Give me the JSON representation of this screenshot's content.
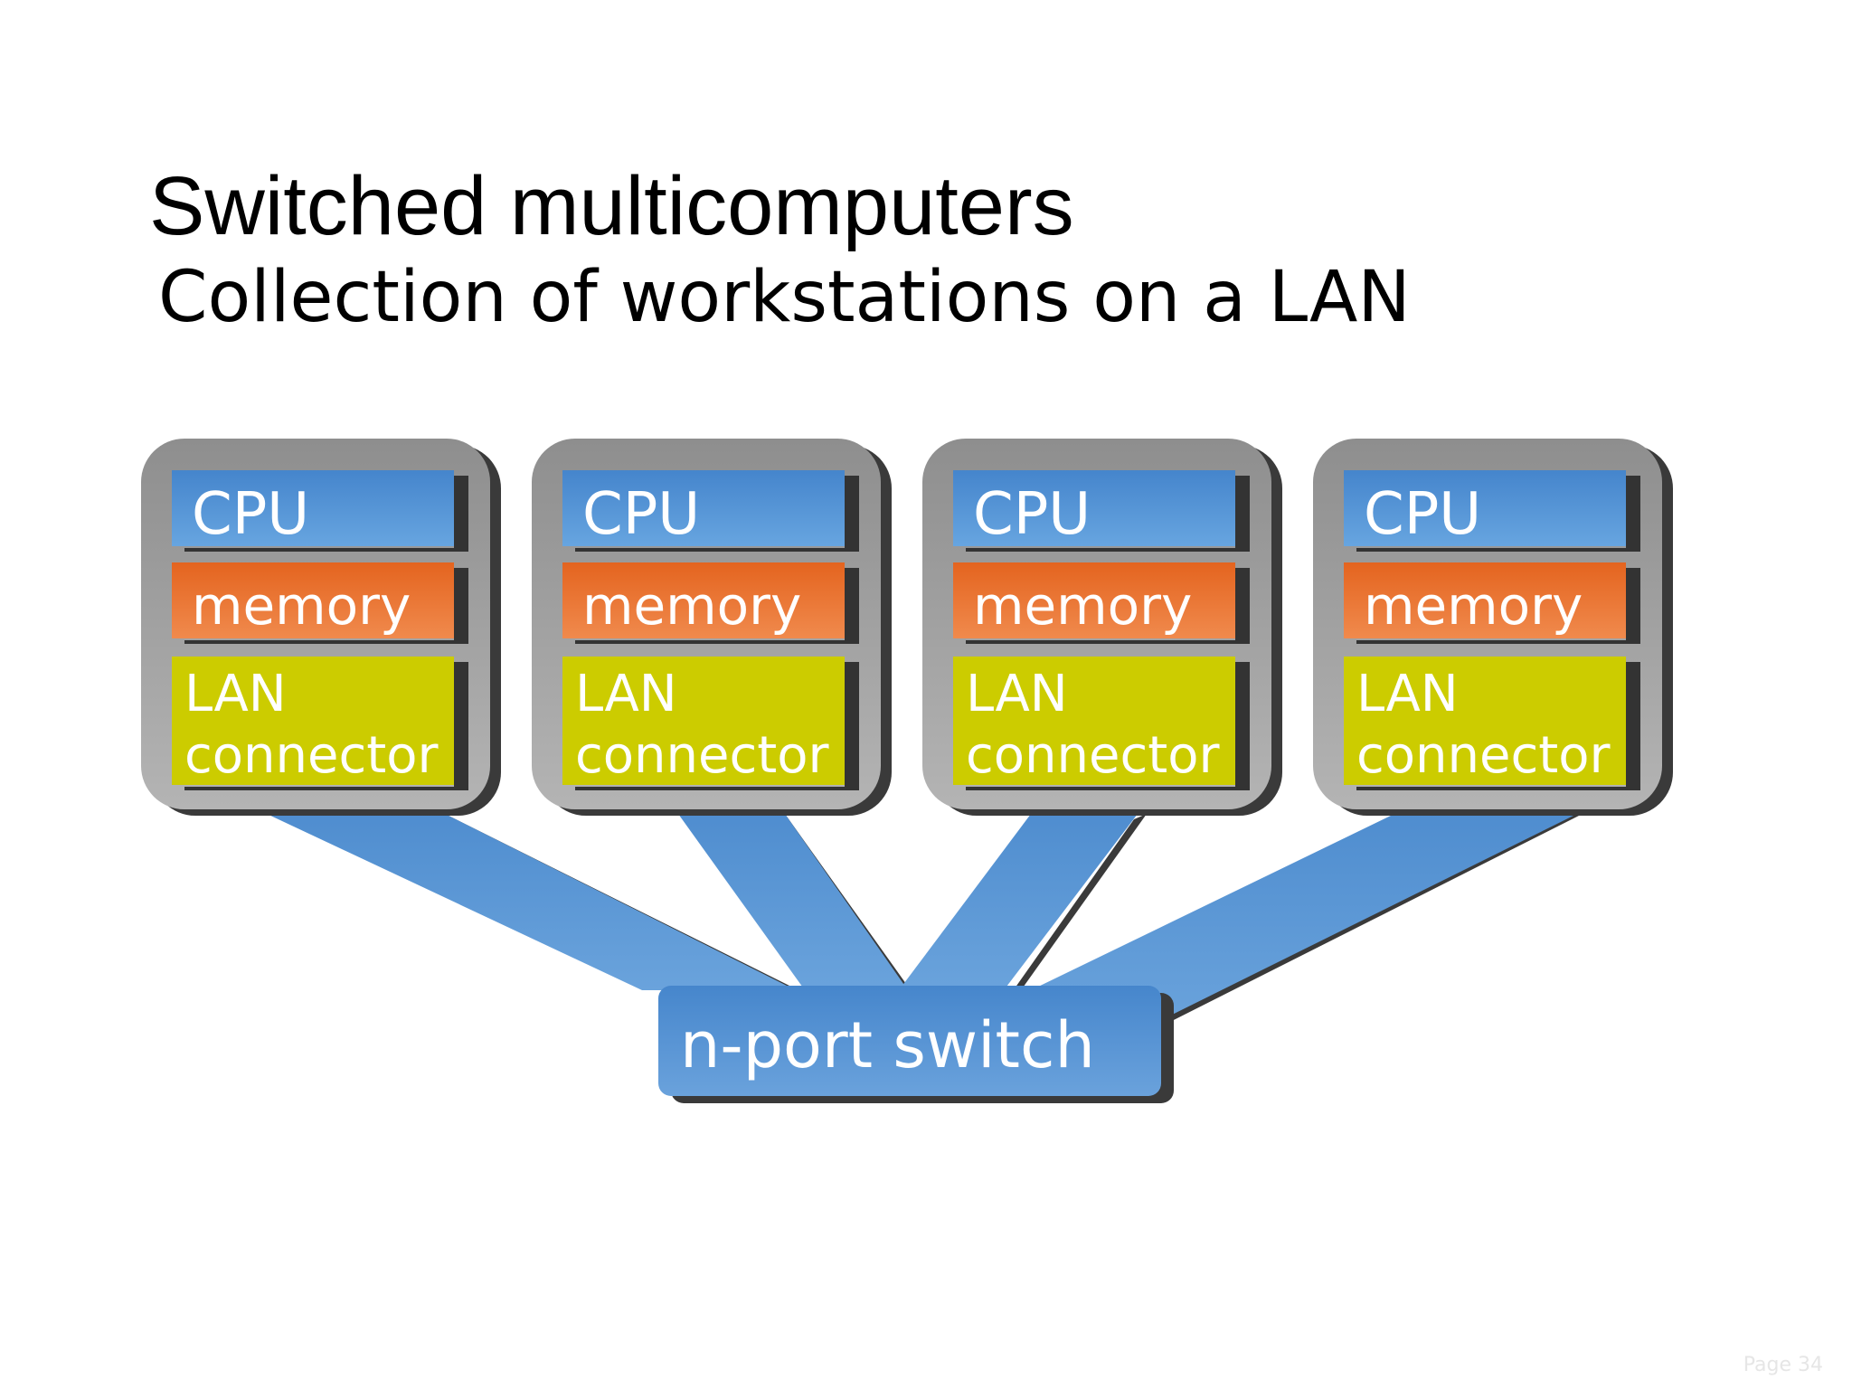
{
  "slide": {
    "title": "Switched multicomputers",
    "subtitle": "Collection of workstations on a LAN",
    "page_label": "Page 34"
  },
  "workstations": [
    {
      "cpu": "CPU",
      "memory": "memory",
      "lan_line1": "LAN",
      "lan_line2": "connector"
    },
    {
      "cpu": "CPU",
      "memory": "memory",
      "lan_line1": "LAN",
      "lan_line2": "connector"
    },
    {
      "cpu": "CPU",
      "memory": "memory",
      "lan_line1": "LAN",
      "lan_line2": "connector"
    },
    {
      "cpu": "CPU",
      "memory": "memory",
      "lan_line1": "LAN",
      "lan_line2": "connector"
    }
  ],
  "switch": {
    "label": "n-port switch"
  },
  "colors": {
    "cpu": "#4a8fd4",
    "memory": "#ea6f2c",
    "lan": "#cccc00",
    "case": "#a0a0a0",
    "link": "#5b97d4",
    "shadow": "#3a3a3a"
  }
}
